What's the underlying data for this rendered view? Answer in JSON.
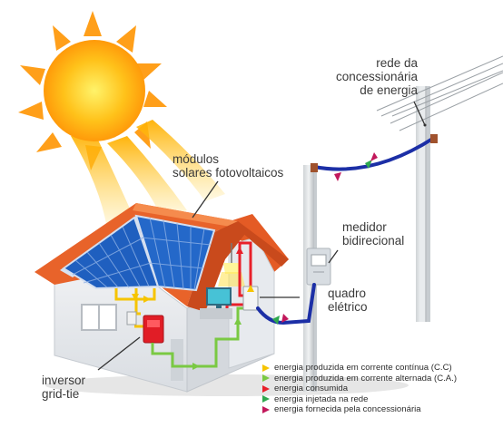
{
  "labels": {
    "modules": [
      "módulos",
      "solares fotovoltaicos"
    ],
    "grid": [
      "rede da",
      "concessionária",
      "de energia"
    ],
    "meter": [
      "medidor",
      "bidirecional"
    ],
    "panel": [
      "quadro",
      "elétrico"
    ],
    "inverter": [
      "inversor",
      "grid-tie"
    ]
  },
  "legend": [
    {
      "text": "energia produzida em corrente contínua (C.C)",
      "color": "#f6c400"
    },
    {
      "text": "energia produzida em corrente alternada (C.A.)",
      "color": "#7ac943"
    },
    {
      "text": "energia consumida",
      "color": "#e8202a"
    },
    {
      "text": "energia injetada na rede",
      "color": "#2fa84f"
    },
    {
      "text": "energia fornecida pela concessionária",
      "color": "#c2185b"
    }
  ],
  "colors": {
    "dc_energy": "#f6c400",
    "ac_energy": "#7ac943",
    "consumed": "#e8202a",
    "injected": "#2fa84f",
    "supplied": "#c2185b",
    "roof": "#e8632a",
    "panel": "#1f5fbf",
    "grid_cable": "#1c2fa6"
  }
}
